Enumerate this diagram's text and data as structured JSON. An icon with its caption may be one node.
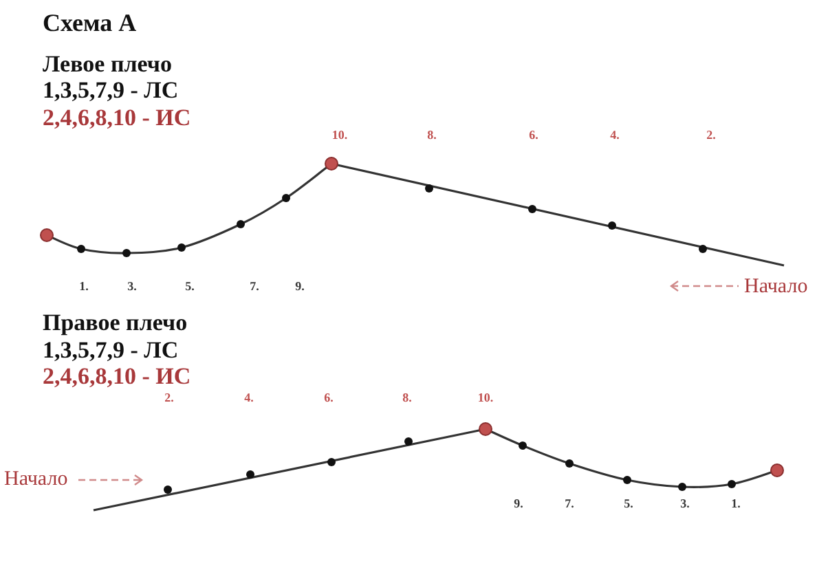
{
  "diagram": {
    "title": "Схема А",
    "labels": [
      "Левое плечо",
      "1,3,5,7,9 - ЛС",
      "2,4,6,8,10 - ИС",
      "10.",
      "8.",
      "6.",
      "4.",
      "2.",
      "1.",
      "3.",
      "5.",
      "7.",
      "9.",
      "Начало",
      "Правое плечо",
      "1,3,5,7,9 - ЛС",
      "2,4,6,8,10 - ИС",
      "2.",
      "4.",
      "6.",
      "8.",
      "10.",
      "Начало",
      "9.",
      "7.",
      "5.",
      "3.",
      "1."
    ]
  }
}
